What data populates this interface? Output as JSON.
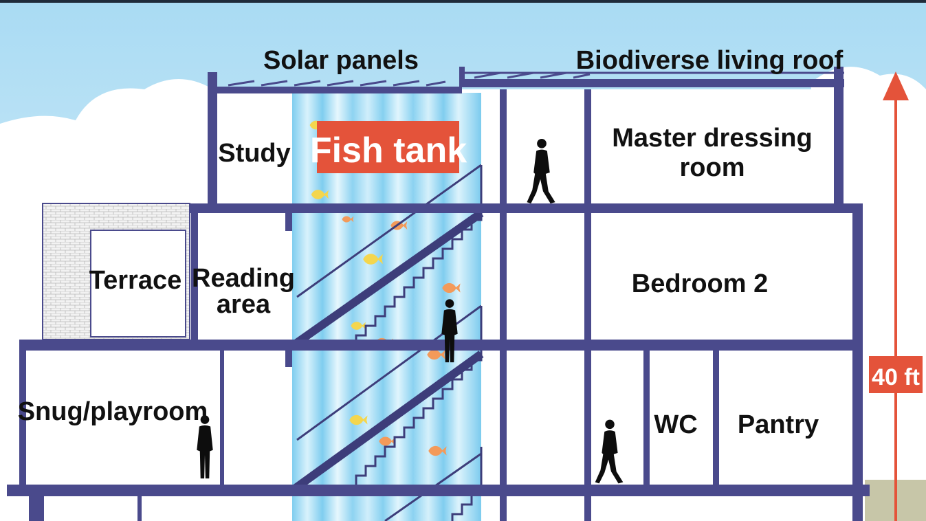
{
  "labels": {
    "solar_panels": "Solar panels",
    "living_roof": "Biodiverse living roof",
    "fish_tank": "Fish tank",
    "study": "Study",
    "master_dressing_line1": "Master dressing",
    "master_dressing_line2": "room",
    "terrace": "Terrace",
    "reading_line1": "Reading",
    "reading_line2": "area",
    "bedroom2": "Bedroom 2",
    "snug": "Snug/playroom",
    "wc": "WC",
    "pantry": "Pantry",
    "height": "40 ft"
  },
  "colors": {
    "structure": "#4a4a8c",
    "accent": "#e4533a",
    "water": "#8fd4f0",
    "sky": "#bfe3f5",
    "fish_orange": "#f39a5a",
    "fish_yellow": "#f4d64e"
  }
}
